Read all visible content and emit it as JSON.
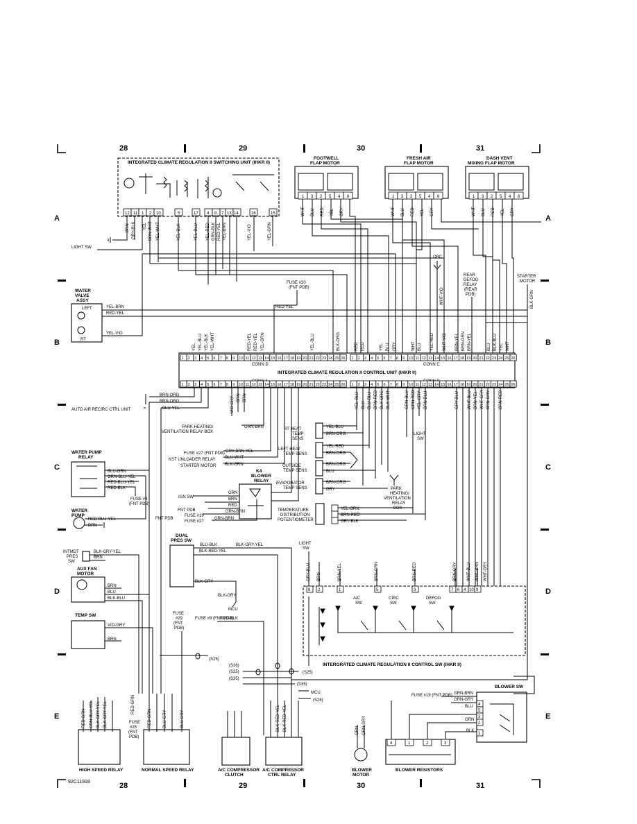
{
  "sheet": {
    "columns": [
      "28",
      "29",
      "30",
      "31"
    ],
    "rows": [
      "A",
      "B",
      "C",
      "D",
      "E"
    ],
    "figure_id": "92C11918"
  },
  "titles": {
    "switching_unit": "INTEGRATED CLIMATE REGULATION II SWITCHING UNIT (IHKR II)",
    "footwell": [
      "FOOTWELL",
      "FLAP MOTOR"
    ],
    "fresh_air": [
      "FRESH AIR",
      "FLAP MOTOR"
    ],
    "dash_vent": [
      "DASH VENT",
      "MIXING FLAP MOTOR"
    ],
    "control_unit": "INTEGRATED CLIMATE REGULATION II CONTROL UNIT (IHKR II)",
    "conn_d": "CONN D",
    "conn_c": "CONN C",
    "conn_a": "CONN A",
    "conn_b": "CONN B",
    "control_sw": "INTERGRATED CLIMATE REGULATION II CONTROL SW (IHKR II)",
    "water_valve": [
      "WATER",
      "VALVE",
      "ASSY"
    ],
    "water_pump_relay": [
      "WATER PUMP",
      "RELAY"
    ],
    "water_pump": [
      "WATER",
      "PUMP"
    ],
    "intmdt": [
      "INTMDT",
      "PRES",
      "SW"
    ],
    "aux_fan": [
      "AUX FAN",
      "MOTOR"
    ],
    "temp_sw": "TEMP SW",
    "dual_pres": [
      "DUAL",
      "PRES SW"
    ],
    "k4": [
      "K4",
      "BLOWER",
      "RELAY"
    ],
    "obc": "OBC",
    "rear_defog": [
      "REAR",
      "DEFOG",
      "RELAY",
      "(REAR",
      "PDB)"
    ],
    "starter_motor_top": [
      "STARTER",
      "MOTOR"
    ],
    "light_sw_top": "LIGHT SW",
    "light_sw_mid": [
      "LIGHT",
      "SW"
    ],
    "light_sw_low": [
      "LIGHT",
      "SW"
    ],
    "fuse20": [
      "FUSE #20",
      "(FNT PDB)"
    ],
    "park_heating_box": [
      "PARK HEATING/",
      "VENTILATION RELAY BOX"
    ],
    "park_heating_relay": [
      "PARK",
      "HEATING/",
      "VENTILATION",
      "RELAY",
      "BOX"
    ],
    "rt_heat": [
      "RT HEAT",
      "TEMP",
      "SENS"
    ],
    "left_heat": [
      "LEFT HEAT",
      "TEMP SENS"
    ],
    "outside": [
      "OUTSIDE",
      "TEMP SENS"
    ],
    "evap": [
      "EVAPORATOR",
      "TEMP SENS"
    ],
    "temp_dist": [
      "TEMPERATURE",
      "DISTRIBUTION",
      "POTENTIOMETER"
    ],
    "auto_air": "AUTO AIR RECIRC CTRL UNIT",
    "fuse27": "FUSE #27 (FNT PDB)",
    "kst": "KST UNLOADER RELAY",
    "starter": "STARTER MOTOR",
    "ign_sw": "IGN SW",
    "fnt_pdb": "FNT PDB",
    "fuse19": "FUSE #19",
    "fuse27b": "FUSE #27",
    "fuse9": [
      "FUSE #9",
      "(FNT PDB)"
    ],
    "fuse29": [
      "FUSE",
      "#29",
      "(FNT",
      "PDB)"
    ],
    "fuse9b": "FUSE #9 (FNT PDB)",
    "mcu": "MCU",
    "fuse25": [
      "FUSE",
      "#25",
      "(FNT",
      "PDB)"
    ],
    "fuse19b": "FUSE #19 (FNT PDB)",
    "blower_sw": "BLOWER SW",
    "high_speed": "HIGH SPEED RELAY",
    "normal_speed": "NORMAL SPEED RELAY",
    "ac_clutch": [
      "A/C COMPRESSOR",
      "CLUTCH"
    ],
    "ac_ctrl": [
      "A/C COMPRESSOR",
      "CTRL RELAY"
    ],
    "blower_motor": [
      "BLOWER",
      "MOTOR"
    ],
    "blower_res": "BLOWER RESISTORS",
    "ac_sw": [
      "A/C",
      "SW"
    ],
    "circ_sw": [
      "CIRC",
      "SW"
    ],
    "defog_sw": [
      "DEFOG",
      "SW"
    ]
  },
  "wires": {
    "sw_unit_pins": [
      "12",
      "11",
      "1",
      "2",
      "10",
      "5",
      "17",
      "4",
      "8",
      "7",
      "13",
      "14",
      "16",
      "15"
    ],
    "sw_unit_colors": [
      "BRN",
      "GRY-BLK",
      "YEL",
      "BRN-WHT",
      "YEL-WHT",
      "YEL-BLK",
      "YEL-BLU",
      "YEL-RED",
      "GRN-BLK",
      "RED-YEL",
      "YEL-BRN",
      "YEL-VIO",
      "YEL-GRN"
    ],
    "footwell_pins": [
      "1",
      "3",
      "2",
      "5",
      "4",
      "6"
    ],
    "footwell_colors": [
      "WHT",
      "BLU",
      "RED",
      "YEL",
      "GRY"
    ],
    "fresh_colors": [
      "WHT",
      "BLU",
      "RED",
      "YEL",
      "GRY"
    ],
    "dash_colors": [
      "WHT",
      "BLU",
      "RED",
      "YEL",
      "GRY"
    ],
    "water_valve": [
      "LEFT",
      "RT",
      "YEL-BRN",
      "RED-YEL",
      "YEL-VIO"
    ],
    "red_yel": "RED-YEL",
    "blk_grn": "BLK-GRN",
    "wht_vio": "WHT-VIO",
    "conn_d_colors": [
      "YEL",
      "YEL-BLU",
      "YEL-BLK",
      "YEL-WHT",
      "RED-YEL",
      "RED-YEL",
      "YEL-GRN",
      "YEL-BLU",
      "BLK-ORG"
    ],
    "conn_c_colors": [
      "RED",
      "RED",
      "YEL",
      "BLU",
      "GRY",
      "WHT",
      "BLU",
      "YEL-RED",
      "WHT-VIO",
      "BRN-YEL",
      "BRN-GRN",
      "BRN-YEL",
      "BLU",
      "BLK-BLU",
      "YEL",
      "WHT"
    ],
    "conn_a_colors": [
      "BRN-ORG",
      "BRN-ORG",
      "BLU-YEL",
      "VIO-GRY",
      "BRN",
      "BRN"
    ],
    "conn_b_colors": [
      "YEL-BLU",
      "BLU",
      "BLU-BLU",
      "BRN-RED",
      "BLK-ORG",
      "BLK-WHT",
      "GRN-BLU",
      "GRN-RED",
      "YEL-GRY",
      "BRN-BLU",
      "GRY-BLU",
      "WHT-BLU",
      "BRN-YEL",
      "WHT-GRY",
      "BRN-GRY",
      "BRN-RED"
    ],
    "sens": [
      "YEL-BLU",
      "BRN-ORG",
      "YEL-RED",
      "BRN-ORG",
      "BRN-ORG",
      "BLU",
      "BRN-ORG",
      "GRY"
    ],
    "pot": [
      "YEL-GRN",
      "BRN-RED",
      "GRY-BLK"
    ],
    "fuses_mid": [
      "GRN-BRN",
      "GRY-BRN-YEL",
      "BLU-WHT",
      "BLK-GRN"
    ],
    "k4": [
      "GRN",
      "BRN",
      "RED",
      "GRN-BRN",
      "GRN-BRN"
    ],
    "wp_relay": [
      "BLU-GRN",
      "GRN-BLU-YEL",
      "RED-BLU-YEL",
      "RED-BLK"
    ],
    "wp": [
      "RED-BLU-YEL",
      "BRN"
    ],
    "intmdt": [
      "BLK-GRY-YEL",
      "BRN"
    ],
    "aux": [
      "BRN",
      "BLU",
      "BLK-BLU"
    ],
    "temp_sw": [
      "VIO-GRY",
      "BRN"
    ],
    "dual": [
      "BLU-BLK",
      "BLK-GRY-YEL",
      "BLK-RED-YEL",
      "BLK-GRY",
      "BLK-GRY"
    ],
    "ctrl_sw_colors": [
      "GRY-BLU",
      "BRN",
      "BRN-YEL",
      "BRN-GRN",
      "BRN-RED",
      "BRN-GRY",
      "WHT-BLU",
      "WHT-BRN",
      "WHT-GRY"
    ],
    "ctrl_sw_pins": [
      "8",
      "2",
      "1",
      "5",
      "3",
      "7",
      "6",
      "4",
      "10",
      "9"
    ],
    "splices": [
      "(S25)",
      "(S36)",
      "(S25)",
      "(S35)",
      "(S35)",
      "(S25)",
      "(S25)"
    ],
    "fuse9_wire": "RED-BLK",
    "relay_bottom": [
      "RED-GRN",
      "RED-GRN",
      "GRN-BLU-YEL",
      "BLK-GRY-YEL",
      "BLK-GRY-YEL",
      "RED-GRN",
      "BLU-GRY",
      "BLU-GRY",
      "BLK-RED-YEL",
      "BLK-RED-YEL"
    ],
    "blower": [
      "GRN-BRN",
      "GRN-GRY",
      "BLU",
      "GRN",
      "BLK",
      "GRN",
      "GRN-GRY"
    ],
    "res_pins": [
      "4",
      "1",
      "2",
      "3"
    ],
    "blower_sw_pins": [
      "4",
      "5",
      "3",
      "2",
      "1"
    ]
  },
  "colors": {
    "ink": "#000000",
    "paper": "#ffffff"
  }
}
